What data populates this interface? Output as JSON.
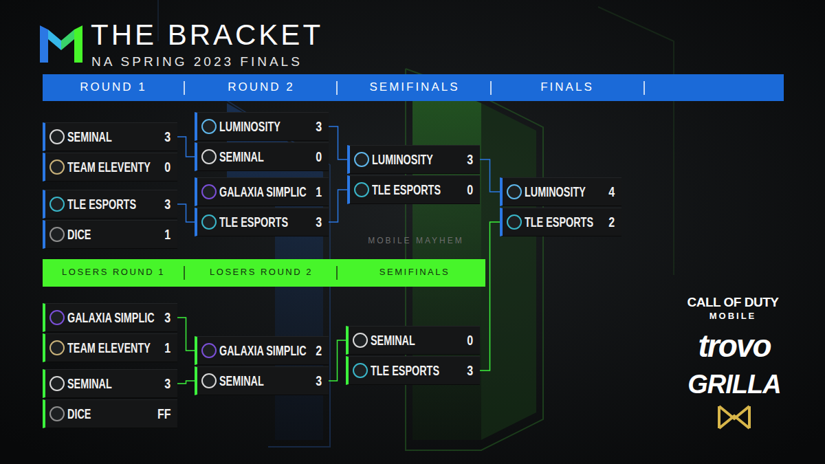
{
  "diagram": {
    "title": "THE BRACKET",
    "nodes": [
      {
        "text": [
          "SEMINAL",
          "3"
        ]
      },
      {
        "text": [
          "TEAM ELEVENTY",
          "0"
        ]
      },
      {
        "text": [
          "TLE ESPORTS",
          "3"
        ]
      },
      {
        "text": [
          "DICE",
          "1"
        ]
      },
      {
        "text": [
          "LUMINOSITY",
          "3"
        ]
      },
      {
        "text": [
          "SEMINAL",
          "0"
        ]
      },
      {
        "text": [
          "GALAXIA SIMPLIC",
          "1"
        ]
      },
      {
        "text": [
          "TLE ESPORTS",
          "3"
        ]
      },
      {
        "text": [
          "LUMINOSITY",
          "3"
        ]
      },
      {
        "text": [
          "TLE ESPORTS",
          "0"
        ]
      },
      {
        "text": [
          "LUMINOSITY",
          "4"
        ]
      },
      {
        "text": [
          "TLE ESPORTS",
          "2"
        ]
      },
      {
        "text": [
          "GALAXIA SIMPLIC",
          "3"
        ]
      },
      {
        "text": [
          "TEAM ELEVENTY",
          "1"
        ]
      },
      {
        "text": [
          "SEMINAL",
          "3"
        ]
      },
      {
        "text": [
          "DICE",
          "FF"
        ]
      },
      {
        "text": [
          "GALAXIA SIMPLIC",
          "2"
        ]
      },
      {
        "text": [
          "SEMINAL",
          "3"
        ]
      },
      {
        "text": [
          "SEMINAL",
          "0"
        ]
      },
      {
        "text": [
          "TLE ESPORTS",
          "3"
        ]
      }
    ],
    "edges": [
      {
        "from": 0,
        "to": 5,
        "arrow": "none"
      },
      {
        "from": 2,
        "to": 7,
        "arrow": "none"
      },
      {
        "from": 4,
        "to": 8,
        "arrow": "none"
      },
      {
        "from": 7,
        "to": 9,
        "arrow": "none"
      },
      {
        "from": 8,
        "to": 10,
        "arrow": "none"
      },
      {
        "from": 12,
        "to": 16,
        "arrow": "none"
      },
      {
        "from": 14,
        "to": 17,
        "arrow": "none"
      },
      {
        "from": 17,
        "to": 18,
        "arrow": "none"
      },
      {
        "from": 19,
        "to": 11,
        "arrow": "none"
      }
    ],
    "labels": [
      "NA SPRING 2023 FINALS",
      "ROUND 1",
      "ROUND 2",
      "SEMIFINALS",
      "FINALS",
      "LOSERS ROUND 1",
      "LOSERS ROUND 2",
      "SEMIFINALS",
      "MOBILE MAYHEM",
      "CALL OF DUTY",
      "MOBILE",
      "trovo",
      "GRILLA"
    ]
  }
}
